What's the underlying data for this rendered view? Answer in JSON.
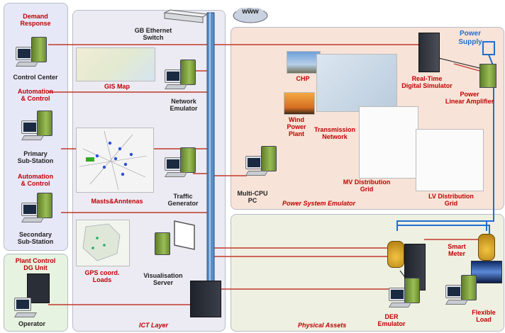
{
  "labels": {
    "www": "www",
    "gb_switch": "GB Ethernet\nSwitch",
    "demand_response": "Demand\nResponse",
    "control_center": "Control Center",
    "automation_control_1": "Automation\n& Control",
    "primary_substation": "Primary\nSub-Station",
    "automation_control_2": "Automation\n& Control",
    "secondary_substation": "Secondary\nSub-Station",
    "plant_control": "Plant Control\nDG Unit",
    "operator": "Operator",
    "gis_map": "GIS Map",
    "network_emulator": "Network\nEmulator",
    "masts_antennas": "Masts&Anntenas",
    "traffic_generator": "Traffic\nGenerator",
    "gps_loads": "GPS coord.\nLoads",
    "visualisation_server": "Visualisation\nServer",
    "ict_layer": "ICT Layer",
    "multi_cpu_pc": "Multi-CPU\nPC",
    "chp": "CHP",
    "wind_power_plant": "Wind\nPower\nPlant",
    "transmission_network": "Transmission\nNetwork",
    "rtds": "Real-Time\nDigital Simulator",
    "power_supply": "Power\nSupply",
    "power_linear_amplifier": "Power\nLinear Amplifier",
    "mv_grid": "MV Distribution\nGrid",
    "lv_grid": "LV Distribution\nGrid",
    "power_system_emulator": "Power System Emulator",
    "smart_meter": "Smart\nMeter",
    "der_emulator": "DER\nEmulator",
    "flexible_load": "Flexible\nLoad",
    "physical_assets": "Physical Assets"
  },
  "colors": {
    "left_panel": "#e6e8f8",
    "ict_panel": "#ecebf3",
    "emulator_panel": "#f8e3d8",
    "physical_panel": "#eef0e2",
    "plant_panel": "#e6f3e0",
    "link_red": "#c0392b",
    "link_blue": "#1f6fd1",
    "bus_blue": "#5a8fc7"
  }
}
